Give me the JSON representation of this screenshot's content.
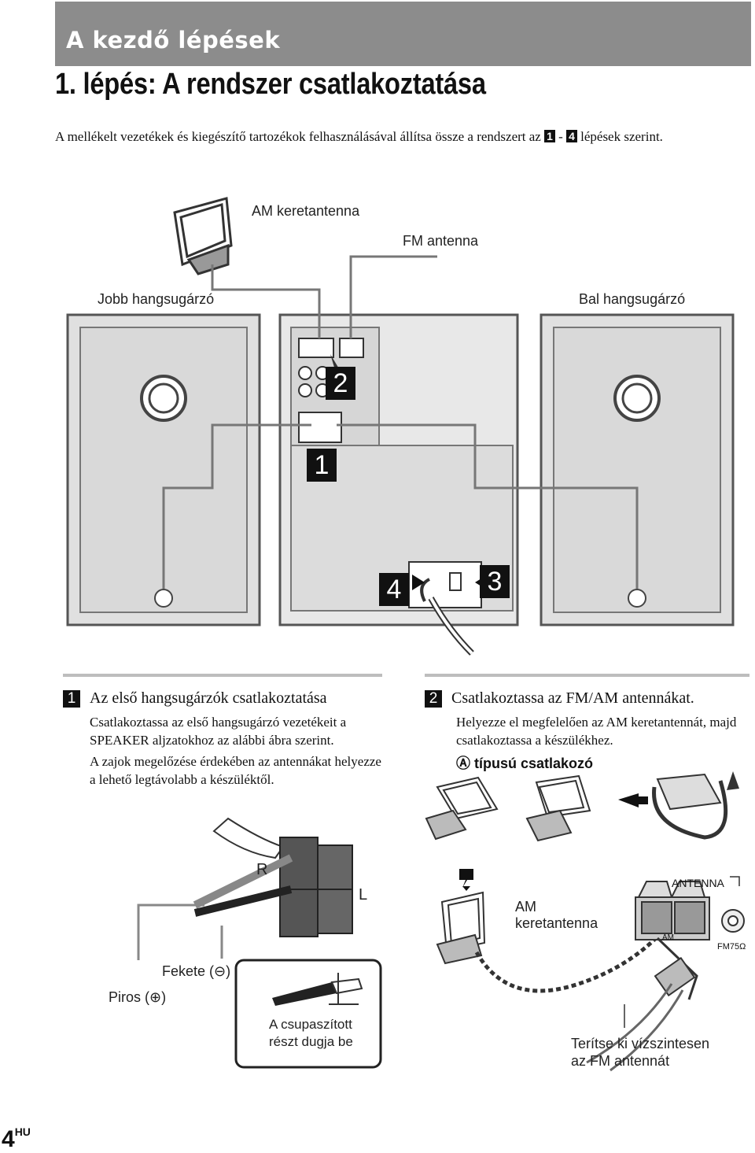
{
  "header": {
    "section_title": "A kezdő lépések",
    "page_heading": "1. lépés: A rendszer csatlakoztatása"
  },
  "intro": {
    "text_before": "A mellékelt vezetékek és kiegészítő tartozékok felhasználásával állítsa össze a rendszert az",
    "step_from": "1",
    "dash": "-",
    "step_to": "4",
    "text_after": "lépések szerint."
  },
  "overview_diagram": {
    "am_antenna_label": "AM keretantenna",
    "fm_antenna_label": "FM antenna",
    "right_speaker_label": "Jobb hangsugárzó",
    "left_speaker_label": "Bal hangsugárzó",
    "callouts": [
      "1",
      "2",
      "3",
      "4"
    ]
  },
  "step1": {
    "number": "1",
    "title": "Az első hangsugárzók csatlakoztatása",
    "body": [
      "Csatlakoztassa az első hangsugárzó vezetékeit a SPEAKER aljzatokhoz az alábbi ábra szerint.",
      "A zajok megelőzése érdekében az antennákat helyezze a lehető legtávolabb a készüléktől."
    ],
    "diagram": {
      "r_label": "R",
      "l_label": "L",
      "black_label": "Fekete (⊖)",
      "red_label": "Piros (⊕)",
      "strip_line1": "A csupaszított",
      "strip_line2": "részt dugja be"
    }
  },
  "step2": {
    "number": "2",
    "title": "Csatlakoztassa az FM/AM antennákat.",
    "body": "Helyezze el megfelelően az AM keretantennát, majd csatlakoztassa a készülékhez.",
    "type_marker": "Ⓐ",
    "type_label": "típusú csatlakozó",
    "diagram": {
      "am_line1": "AM",
      "am_line2": "keretantenna",
      "antenna_label": "ANTENNA",
      "am_port": "AM",
      "fm_port": "FM75Ω",
      "spread_line1": "Terítse ki vízszintesen",
      "spread_line2": "az FM antennát"
    }
  },
  "footer": {
    "page_number": "4",
    "lang": "HU"
  }
}
